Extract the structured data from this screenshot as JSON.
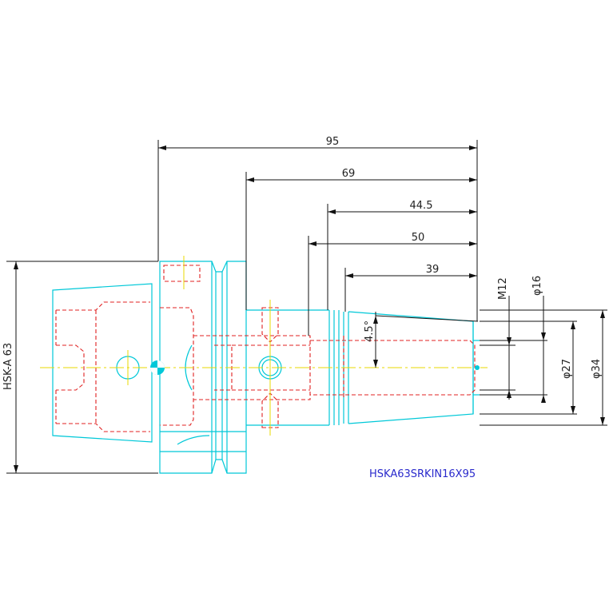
{
  "drawing": {
    "dimensions": {
      "len_95": "95",
      "len_69": "69",
      "len_44_5": "44.5",
      "len_50": "50",
      "len_39": "39",
      "thread_m12": "M12",
      "dia_16": "φ16",
      "dia_27": "φ27",
      "dia_34": "φ34",
      "angle_4_5": "4.5°",
      "hsk_a63": "HSK-A 63"
    },
    "part_number": "HSKA63SRKIN16X95",
    "colors": {
      "outline": "#00c8d8",
      "hidden": "#e02020",
      "centerline": "#e8d800",
      "dimension": "#111111",
      "label": "#2a2acc"
    }
  }
}
